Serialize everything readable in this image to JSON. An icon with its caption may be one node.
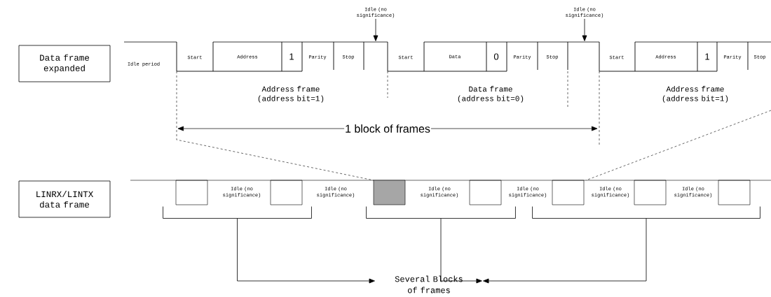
{
  "diagram": {
    "nodes": [
      {
        "text": [
          "Data frame expanded"
        ]
      },
      {
        "text": [
          "Idle (no significance)"
        ]
      },
      {
        "text": [
          "Idle (no significance)"
        ]
      },
      {
        "text": [],
        "shape": "picture"
      },
      {
        "text": [
          "LINRX/LINTX data frame"
        ]
      },
      {
        "text": [],
        "shape": "box"
      },
      {
        "text": [],
        "shape": "box"
      },
      {
        "text": [],
        "shape": "box"
      },
      {
        "text": [],
        "shape": "box"
      },
      {
        "text": [],
        "shape": "box"
      },
      {
        "text": [],
        "shape": "box"
      },
      {
        "text": [],
        "shape": "box"
      },
      {
        "text": [],
        "shape": "bracket"
      },
      {
        "text": [],
        "shape": "bracket"
      },
      {
        "text": [],
        "shape": "bracket"
      },
      {
        "text": [
          "Several Blocks of frames"
        ]
      }
    ],
    "edges": [
      {
        "from": 1,
        "to": 3,
        "arrow": "to"
      },
      {
        "from": 2,
        "to": 3,
        "arrow": "to"
      },
      {
        "from": 12,
        "to": 15,
        "arrow": "to"
      },
      {
        "from": 13,
        "to": 15,
        "arrow": "to"
      },
      {
        "from": 14,
        "to": 15,
        "arrow": "to"
      }
    ],
    "labels": [
      "Idle period",
      "Start",
      "Address",
      "1",
      "Parity",
      "Stop",
      "Start",
      "Data",
      "0",
      "Parity",
      "Stop",
      "Start",
      "Address",
      "1",
      "Parity",
      "Stop",
      "Address frame (address bit=1)",
      "Data frame (address bit=0)",
      "Address frame (address bit=1)",
      "1 block of frames",
      "Idle (no significance)",
      "Idle (no significance)",
      "Idle (no significance)",
      "Idle (no significance)",
      "Idle (no significance)",
      "Idle (no significance)"
    ]
  }
}
